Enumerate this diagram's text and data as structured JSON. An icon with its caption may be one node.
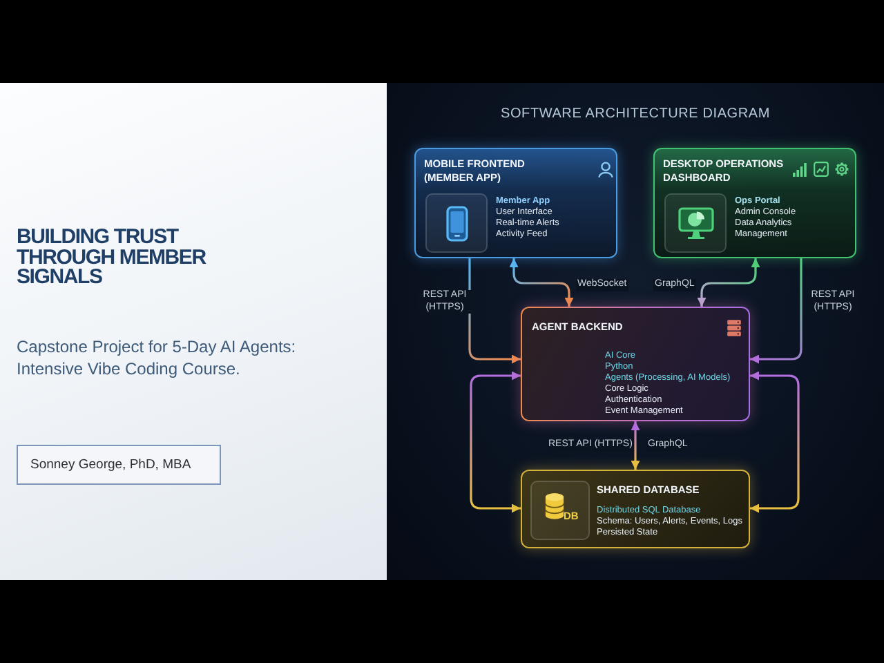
{
  "diagram": {
    "title": "SOFTWARE ARCHITECTURE DIAGRAM",
    "nodes": [
      {
        "text": [
          "Sonney George, PhD, MBA"
        ]
      },
      {
        "text": [
          "MOBILE FRONTEND (MEMBER APP)",
          "Member App",
          "User Interface",
          "Real-time Alerts",
          "Activity Feed"
        ]
      },
      {
        "text": [
          "DESKTOP OPERATIONS DASHBOARD",
          "Ops Portal",
          "Admin Console",
          "Data Analytics",
          "Management"
        ]
      },
      {
        "text": [
          "AGENT BACKEND",
          "AI Core",
          "Python",
          "Agents (Processing, AI Models)",
          "Core Logic",
          "Authentication",
          "Event Management"
        ]
      },
      {
        "text": [
          "SHARED DATABASE",
          "Distributed SQL Database",
          "Schema: Users, Alerts, Events, Logs",
          "Persisted State"
        ]
      }
    ],
    "edges": [
      {
        "from": 1,
        "to": 3,
        "arrow": "to",
        "label": "REST API (HTTPS)"
      },
      {
        "from": 1,
        "to": 3,
        "arrow": "both",
        "label": "WebSocket"
      },
      {
        "from": 2,
        "to": 3,
        "arrow": "both",
        "label": "GraphQL"
      },
      {
        "from": 2,
        "to": 3,
        "arrow": "to",
        "label": "REST API (HTTPS)"
      },
      {
        "from": 3,
        "to": 4,
        "arrow": "both",
        "label": "REST API (HTTPS)"
      },
      {
        "from": 3,
        "to": 4,
        "arrow": "both"
      },
      {
        "from": 3,
        "to": 4,
        "arrow": "both"
      }
    ],
    "labels": [
      "BUILDING TRUST THROUGH MEMBER SIGNALS",
      "Capstone Project for 5-Day AI Agents: Intensive Vibe Coding Course.",
      "GraphQL",
      "DB"
    ]
  }
}
